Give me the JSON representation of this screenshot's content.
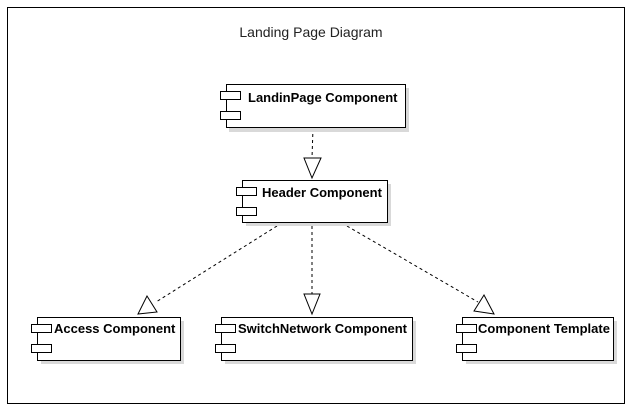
{
  "diagram": {
    "title": "Landing Page Diagram",
    "components": [
      {
        "id": "landing",
        "label": "LandinPage Component"
      },
      {
        "id": "header",
        "label": "Header Component"
      },
      {
        "id": "access",
        "label": "Access Component"
      },
      {
        "id": "switchnetwork",
        "label": "SwitchNetwork Component"
      },
      {
        "id": "template",
        "label": "Component Template"
      }
    ],
    "dependencies": [
      {
        "from": "landing",
        "to": "header"
      },
      {
        "from": "header",
        "to": "access"
      },
      {
        "from": "header",
        "to": "switchnetwork"
      },
      {
        "from": "header",
        "to": "template"
      }
    ]
  }
}
